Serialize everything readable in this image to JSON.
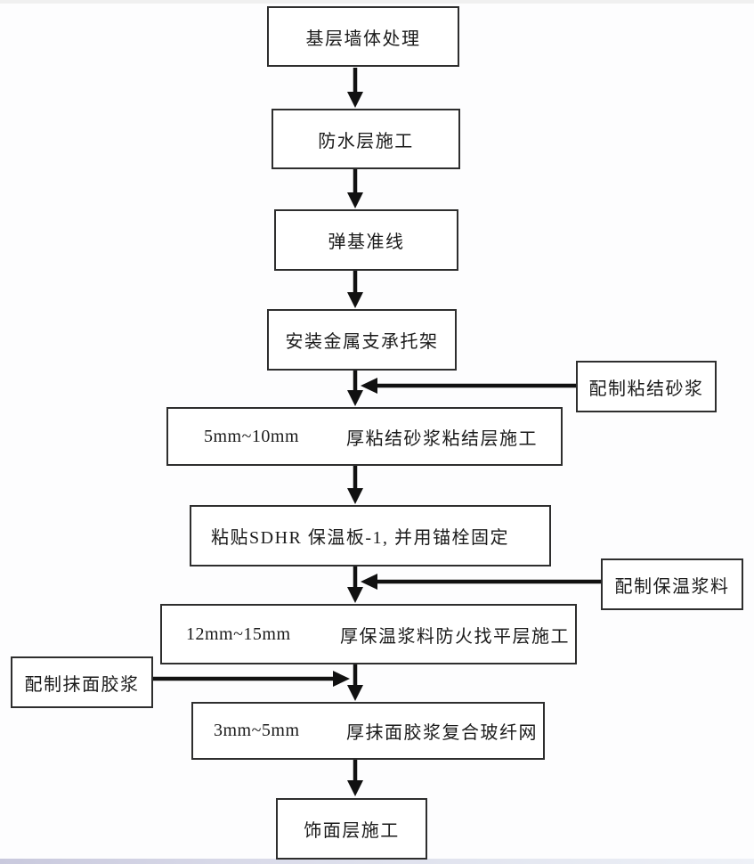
{
  "flowchart": {
    "steps": [
      {
        "label": "基层墙体处理"
      },
      {
        "label": "防水层施工"
      },
      {
        "label": "弹基准线"
      },
      {
        "label": "安装金属支承托架"
      },
      {
        "spec": "5mm~10mm",
        "label": "厚粘结砂浆粘结层施工"
      },
      {
        "label": "粘贴SDHR 保温板-1, 并用锚栓固定"
      },
      {
        "spec": "12mm~15mm",
        "label": "厚保温浆料防火找平层施工"
      },
      {
        "spec": "3mm~5mm",
        "label": "厚抹面胶浆复合玻纤网"
      },
      {
        "label": "饰面层施工"
      }
    ],
    "side_inputs": [
      {
        "label": "配制粘结砂浆",
        "side": "right"
      },
      {
        "label": "配制保温浆料",
        "side": "right"
      },
      {
        "label": "配制抹面胶浆",
        "side": "left"
      }
    ]
  },
  "colors": {
    "arrow": "#111111",
    "box_border": "#2e2e2e",
    "text": "#1b1b1b",
    "background": "#fdfdfe",
    "bottom_strip": "#d8d9e8"
  }
}
